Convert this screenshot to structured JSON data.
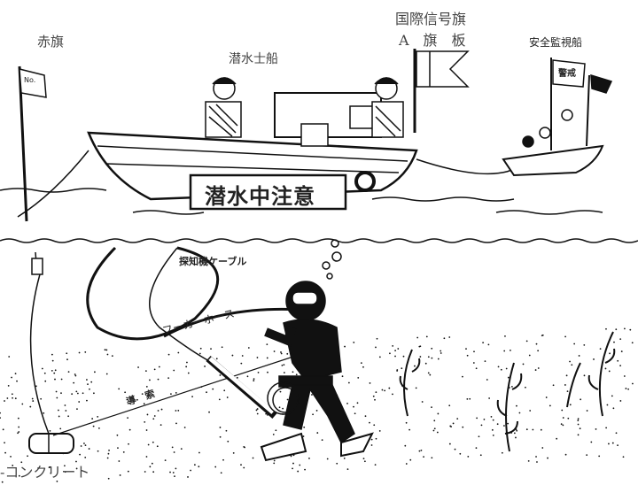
{
  "labels": {
    "red_flag": "赤旗",
    "red_flag_plate": "No.",
    "diver_boat": "潜水士船",
    "signal_flag_line1": "国際信号旗",
    "signal_flag_line2": "A　旗　板",
    "safety_boat": "安全監視船",
    "warning_flag": "警戒",
    "boat_banner": "潜水中注意",
    "detector_cable": "探知機ケーブル",
    "hooka_hose": "フーカーホース",
    "guide_rope": "導　索",
    "concrete": "-コンクリート"
  }
}
